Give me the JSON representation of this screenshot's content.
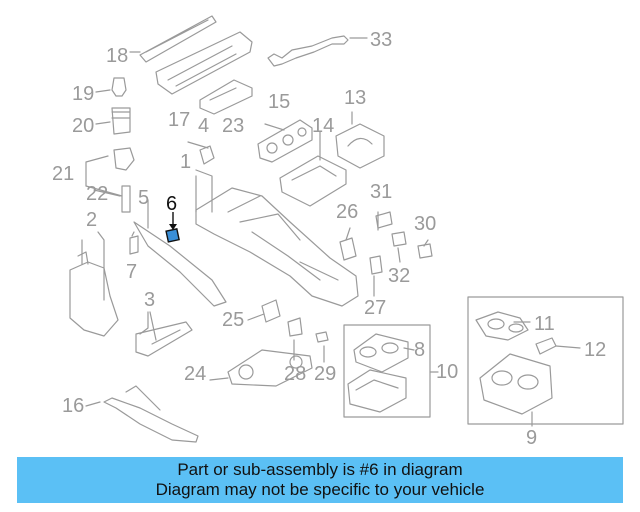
{
  "callouts": [
    {
      "id": "c1",
      "text": "1"
    },
    {
      "id": "c2",
      "text": "2"
    },
    {
      "id": "c3",
      "text": "3"
    },
    {
      "id": "c4",
      "text": "4"
    },
    {
      "id": "c5",
      "text": "5"
    },
    {
      "id": "c6",
      "text": "6"
    },
    {
      "id": "c7",
      "text": "7"
    },
    {
      "id": "c8",
      "text": "8"
    },
    {
      "id": "c9",
      "text": "9"
    },
    {
      "id": "c10",
      "text": "10"
    },
    {
      "id": "c11",
      "text": "11"
    },
    {
      "id": "c12",
      "text": "12"
    },
    {
      "id": "c13",
      "text": "13"
    },
    {
      "id": "c14",
      "text": "14"
    },
    {
      "id": "c15",
      "text": "15"
    },
    {
      "id": "c16",
      "text": "16"
    },
    {
      "id": "c17",
      "text": "17"
    },
    {
      "id": "c18",
      "text": "18"
    },
    {
      "id": "c19",
      "text": "19"
    },
    {
      "id": "c20",
      "text": "20"
    },
    {
      "id": "c21",
      "text": "21"
    },
    {
      "id": "c22",
      "text": "22"
    },
    {
      "id": "c23",
      "text": "23"
    },
    {
      "id": "c24",
      "text": "24"
    },
    {
      "id": "c25",
      "text": "25"
    },
    {
      "id": "c26",
      "text": "26"
    },
    {
      "id": "c27",
      "text": "27"
    },
    {
      "id": "c28",
      "text": "28"
    },
    {
      "id": "c29",
      "text": "29"
    },
    {
      "id": "c30",
      "text": "30"
    },
    {
      "id": "c31",
      "text": "31"
    },
    {
      "id": "c32",
      "text": "32"
    },
    {
      "id": "c33",
      "text": "33"
    }
  ],
  "highlighted_part": "6",
  "colors": {
    "line": "#9a9a9a",
    "highlight": "#111111",
    "highlight_fill": "#3a8fd8",
    "banner": "#5bc0f5"
  },
  "banner": {
    "line1": "Part or sub-assembly is #6 in diagram",
    "line2": "Diagram may not be specific to your vehicle"
  }
}
